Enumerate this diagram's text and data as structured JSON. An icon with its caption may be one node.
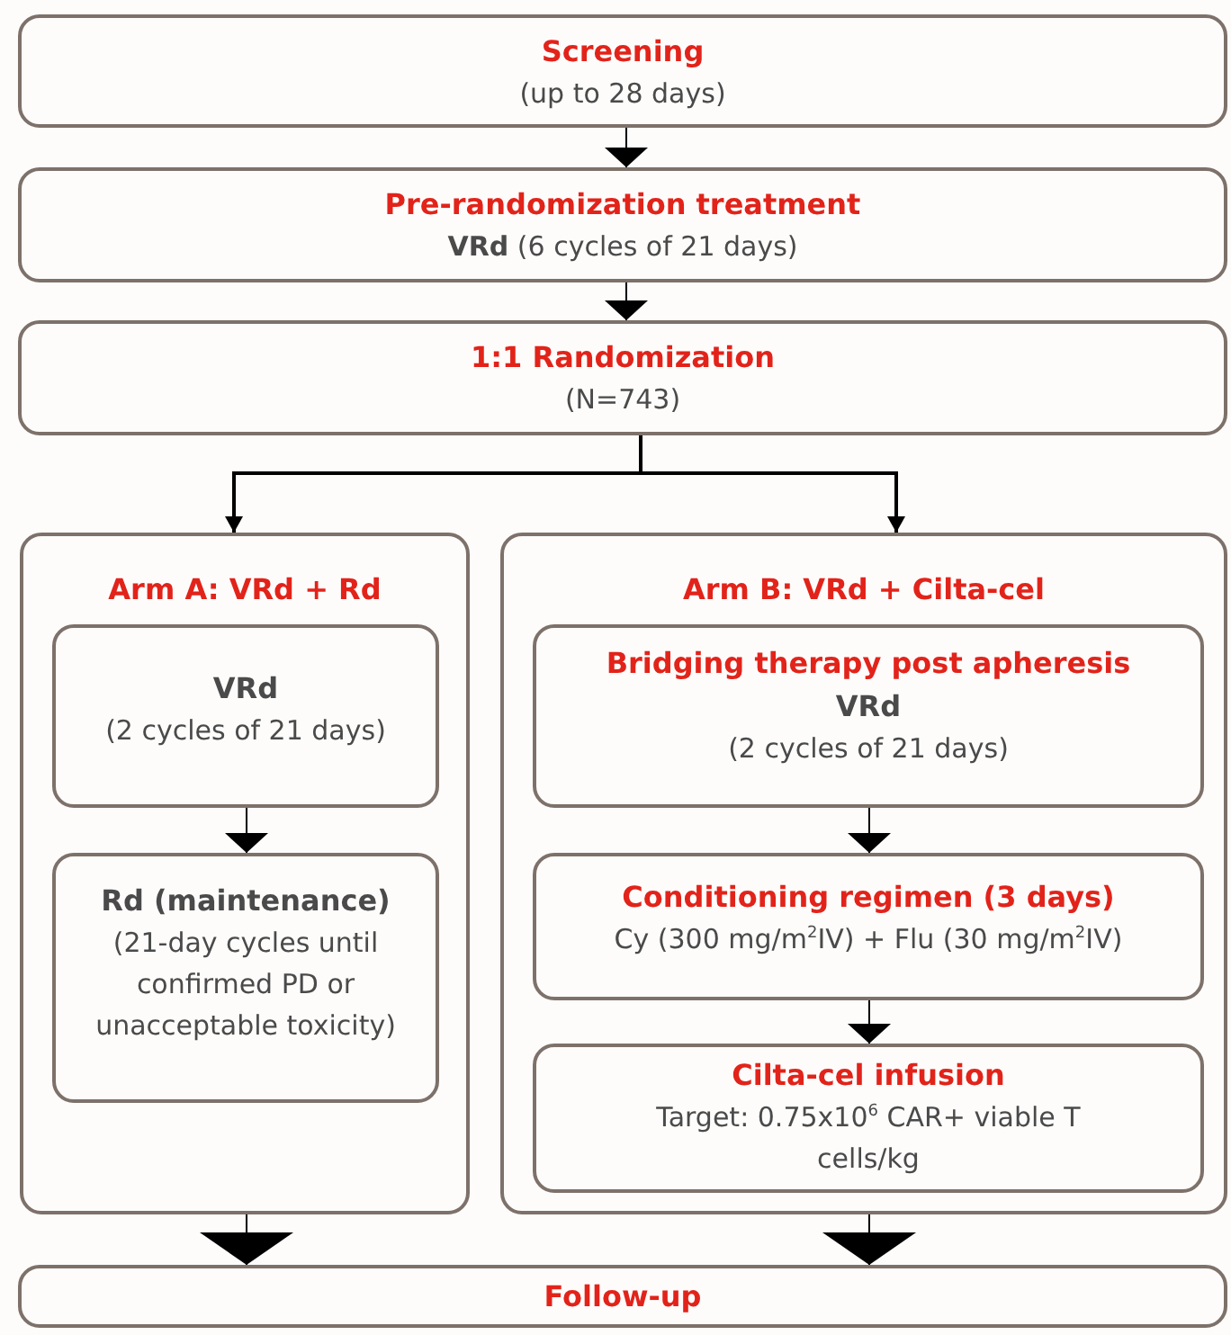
{
  "diagram": {
    "nodes": [
      {
        "text": [
          "Screening",
          "(up to 28 days)"
        ]
      },
      {
        "text": [
          "Pre-randomization treatment",
          "**VRd** (6 cycles of 21 days)"
        ]
      },
      {
        "text": [
          "1:1 Randomization",
          "(N=743)"
        ]
      },
      {
        "text": [
          "Arm A: VRd + Rd"
        ]
      },
      {
        "text": [
          "VRd",
          "(2 cycles of 21 days)"
        ],
        "in": 3
      },
      {
        "text": [
          "Rd (maintenance)",
          "(21-day cycles until confirmed PD or unacceptable toxicity)"
        ],
        "in": 3
      },
      {
        "text": [
          "Arm B: VRd + Cilta-cel"
        ]
      },
      {
        "text": [
          "Bridging therapy post apheresis",
          "VRd",
          "(2 cycles of 21 days)"
        ],
        "in": 6
      },
      {
        "text": [
          "Conditioning regimen (3 days)",
          "Cy (300 mg/m$^{2}$IV) + Flu (30 mg/m$^{2}$IV)"
        ],
        "in": 6
      },
      {
        "text": [
          "Cilta-cel infusion",
          "Target: 0.75x10$^{6}$ CAR+ viable T cells/kg"
        ],
        "in": 6
      },
      {
        "text": [
          "Follow-up"
        ]
      }
    ],
    "edges": [
      {
        "from": 0,
        "to": 1,
        "arrow": "to"
      },
      {
        "from": 1,
        "to": 2,
        "arrow": "to"
      },
      {
        "from": 2,
        "to": 3,
        "arrow": "to"
      },
      {
        "from": 2,
        "to": 6,
        "arrow": "to"
      },
      {
        "from": 4,
        "to": 5,
        "arrow": "to"
      },
      {
        "from": 7,
        "to": 8,
        "arrow": "to"
      },
      {
        "from": 8,
        "to": 9,
        "arrow": "to"
      },
      {
        "from": 3,
        "to": 10,
        "arrow": "to"
      },
      {
        "from": 6,
        "to": 10,
        "arrow": "to"
      }
    ]
  }
}
